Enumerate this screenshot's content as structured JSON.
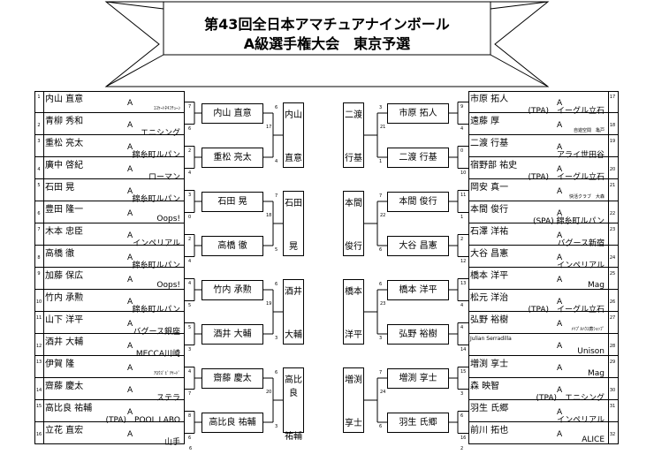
{
  "title": {
    "line1": "第43回全日本アマチュアナインボール",
    "line2": "A級選手権大会　東京予選"
  },
  "left_players": [
    {
      "seed": "1",
      "name": "内山 直意",
      "grade": "A",
      "affil": "ｴｽｹｰﾄﾈｷﾌﾁｭｰﾝ",
      "affil_small": true
    },
    {
      "seed": "2",
      "name": "青柳 秀和",
      "grade": "A",
      "affil": "エニシング"
    },
    {
      "seed": "3",
      "name": "重松 亮太",
      "grade": "A",
      "affil": "錦糸町ルパン"
    },
    {
      "seed": "4",
      "name": "廣中 啓紀",
      "grade": "A",
      "affil": "ローマン"
    },
    {
      "seed": "5",
      "name": "石田 晃",
      "grade": "A",
      "affil": "錦糸町ルパン"
    },
    {
      "seed": "6",
      "name": "豊田 隆一",
      "grade": "A",
      "affil": "Oops!"
    },
    {
      "seed": "7",
      "name": "木本 忠臣",
      "grade": "A",
      "affil": "インペリアル"
    },
    {
      "seed": "8",
      "name": "高橋 徹",
      "grade": "A",
      "affil": "錦糸町ルパン"
    },
    {
      "seed": "9",
      "name": "加藤 保広",
      "grade": "A",
      "affil": "Oops!"
    },
    {
      "seed": "10",
      "name": "竹内 承勲",
      "grade": "A",
      "affil": "錦糸町ルパン"
    },
    {
      "seed": "11",
      "name": "山下 洋平",
      "grade": "A",
      "affil": "バグース銀座"
    },
    {
      "seed": "12",
      "name": "酒井 大輔",
      "grade": "A",
      "affil": "MECCA川崎"
    },
    {
      "seed": "13",
      "name": "伊賀 隆",
      "grade": "A",
      "affil": "ｱﾛｳｽﾞﾋﾞﾘﾔｰﾄﾞ",
      "affil_small": true
    },
    {
      "seed": "14",
      "name": "齋藤 慶太",
      "grade": "A",
      "affil": "ステラ"
    },
    {
      "seed": "15",
      "name": "高比良 祐輔",
      "grade": "A",
      "affil": "(TPA)　POOL LABO"
    },
    {
      "seed": "16",
      "name": "立花 直宏",
      "grade": "A",
      "affil": "山手"
    }
  ],
  "right_players": [
    {
      "seed": "17",
      "name": "市原 拓人",
      "grade": "A",
      "affil": "(TPA)　イーグル立石"
    },
    {
      "seed": "18",
      "name": "遠藤 厚",
      "grade": "A",
      "affil": "自遊空間　亀戸",
      "affil_small": true
    },
    {
      "seed": "19",
      "name": "二渡 行基",
      "grade": "A",
      "affil": "アライ世田谷"
    },
    {
      "seed": "20",
      "name": "宿野部 祐史",
      "grade": "A",
      "affil": "(TPA)　イーグル立石"
    },
    {
      "seed": "21",
      "name": "岡安 真一",
      "grade": "A",
      "affil": "快活クラブ　大森",
      "affil_small": true
    },
    {
      "seed": "22",
      "name": "本間 俊行",
      "grade": "A",
      "affil": "(SPA) 錦糸町ルパン"
    },
    {
      "seed": "23",
      "name": "石澤 洋祐",
      "grade": "A",
      "affil": "バグース新宿"
    },
    {
      "seed": "24",
      "name": "大谷 昌憲",
      "grade": "A",
      "affil": "インペリアル"
    },
    {
      "seed": "25",
      "name": "橋本 洋平",
      "grade": "A",
      "affil": "Mag"
    },
    {
      "seed": "26",
      "name": "松元 洋治",
      "grade": "A",
      "affil": "(TPA)　イーグル立石"
    },
    {
      "seed": "27",
      "name": "弘野 裕樹",
      "grade": "A",
      "affil": "ﾒｲﾌﾟﾙﾊｳｽ蕨ｼｮｯﾌﾟ",
      "affil_small": true
    },
    {
      "seed": "28",
      "name": "Julian Serradilla",
      "grade": "A",
      "affil": "Unison",
      "name_small": true
    },
    {
      "seed": "29",
      "name": "増渕 享士",
      "grade": "A",
      "affil": "Mag"
    },
    {
      "seed": "30",
      "name": "森 映智",
      "grade": "A",
      "affil": "(TPA)　エニシング"
    },
    {
      "seed": "31",
      "name": "羽生 氏郷",
      "grade": "A",
      "affil": "インペリアル"
    },
    {
      "seed": "32",
      "name": "前川 拓也",
      "grade": "A",
      "affil": "ALICE"
    }
  ],
  "left_r1_winners": [
    "内山 直意",
    "重松 亮太",
    "石田 晃",
    "高橋 徹",
    "竹内 承勲",
    "酒井 大輔",
    "齋藤 慶太",
    "高比良 祐輔"
  ],
  "right_r1_winners": [
    "市原 拓人",
    "二渡 行基",
    "本間 俊行",
    "大谷 昌憲",
    "橋本 洋平",
    "弘野 裕樹",
    "増渕 享士",
    "羽生 氏郷"
  ],
  "left_finalists": [
    {
      "top": "内山",
      "bottom": "直意"
    },
    {
      "top": "石田",
      "bottom": "晃"
    },
    {
      "top": "酒井",
      "bottom": "大輔"
    },
    {
      "top": "高比良",
      "bottom": "祐輔"
    }
  ],
  "right_finalists": [
    {
      "top": "二渡",
      "bottom": "行基"
    },
    {
      "top": "本間",
      "bottom": "俊行"
    },
    {
      "top": "橋本",
      "bottom": "洋平"
    },
    {
      "top": "増渕",
      "bottom": "享士"
    }
  ],
  "left_r1_scores": [
    [
      "7",
      "6"
    ],
    [
      "2",
      "4"
    ],
    [
      "3",
      "0"
    ],
    [
      "2",
      "4"
    ],
    [
      "4",
      "5"
    ],
    [
      "5",
      "3"
    ],
    [
      "4",
      "7"
    ],
    [
      "8",
      "6"
    ]
  ],
  "left_r2_scores": [
    [
      "17",
      "6",
      "4"
    ],
    [
      "18",
      "7",
      "5"
    ],
    [
      "19",
      "6",
      "3"
    ],
    [
      "20",
      "6",
      "3"
    ]
  ],
  "right_r1_scores": [
    [
      "9",
      "4"
    ],
    [
      "0",
      "10"
    ],
    [
      "11",
      "1"
    ],
    [
      "2",
      "12"
    ],
    [
      "13",
      "4"
    ],
    [
      "4",
      "14"
    ],
    [
      "15",
      "3"
    ],
    [
      "6",
      "16"
    ]
  ],
  "right_r2_scores": [
    [
      "3",
      "21",
      "1"
    ],
    [
      "7",
      "22",
      "6"
    ],
    [
      "6",
      "23",
      "3"
    ],
    [
      "7",
      "24",
      "6"
    ]
  ],
  "bottom_nums": {
    "left": "6",
    "right": "2"
  }
}
